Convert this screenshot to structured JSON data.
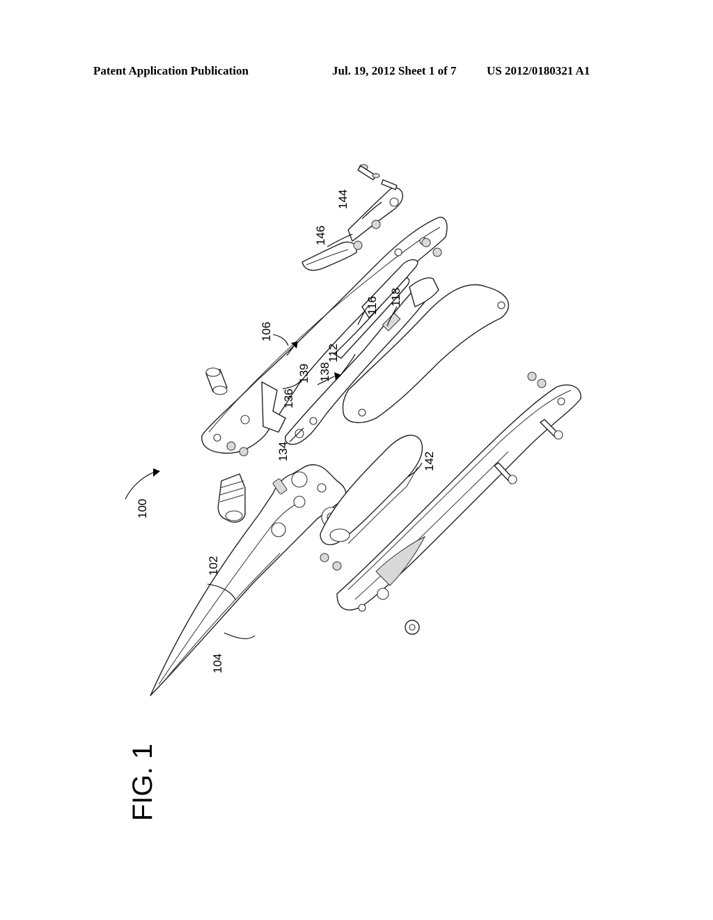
{
  "header": {
    "publication": "Patent Application Publication",
    "date_sheet": "Jul. 19, 2012   Sheet 1 of 7",
    "number": "US 2012/0180321 A1"
  },
  "figure": {
    "label": "FIG. 1",
    "refs": {
      "r100": "100",
      "r102": "102",
      "r104": "104",
      "r106": "106",
      "r112": "112",
      "r116": "116",
      "r118": "118",
      "r134": "134",
      "r136": "136",
      "r138": "138",
      "r139": "139",
      "r142": "142",
      "r144": "144",
      "r146": "146"
    }
  }
}
